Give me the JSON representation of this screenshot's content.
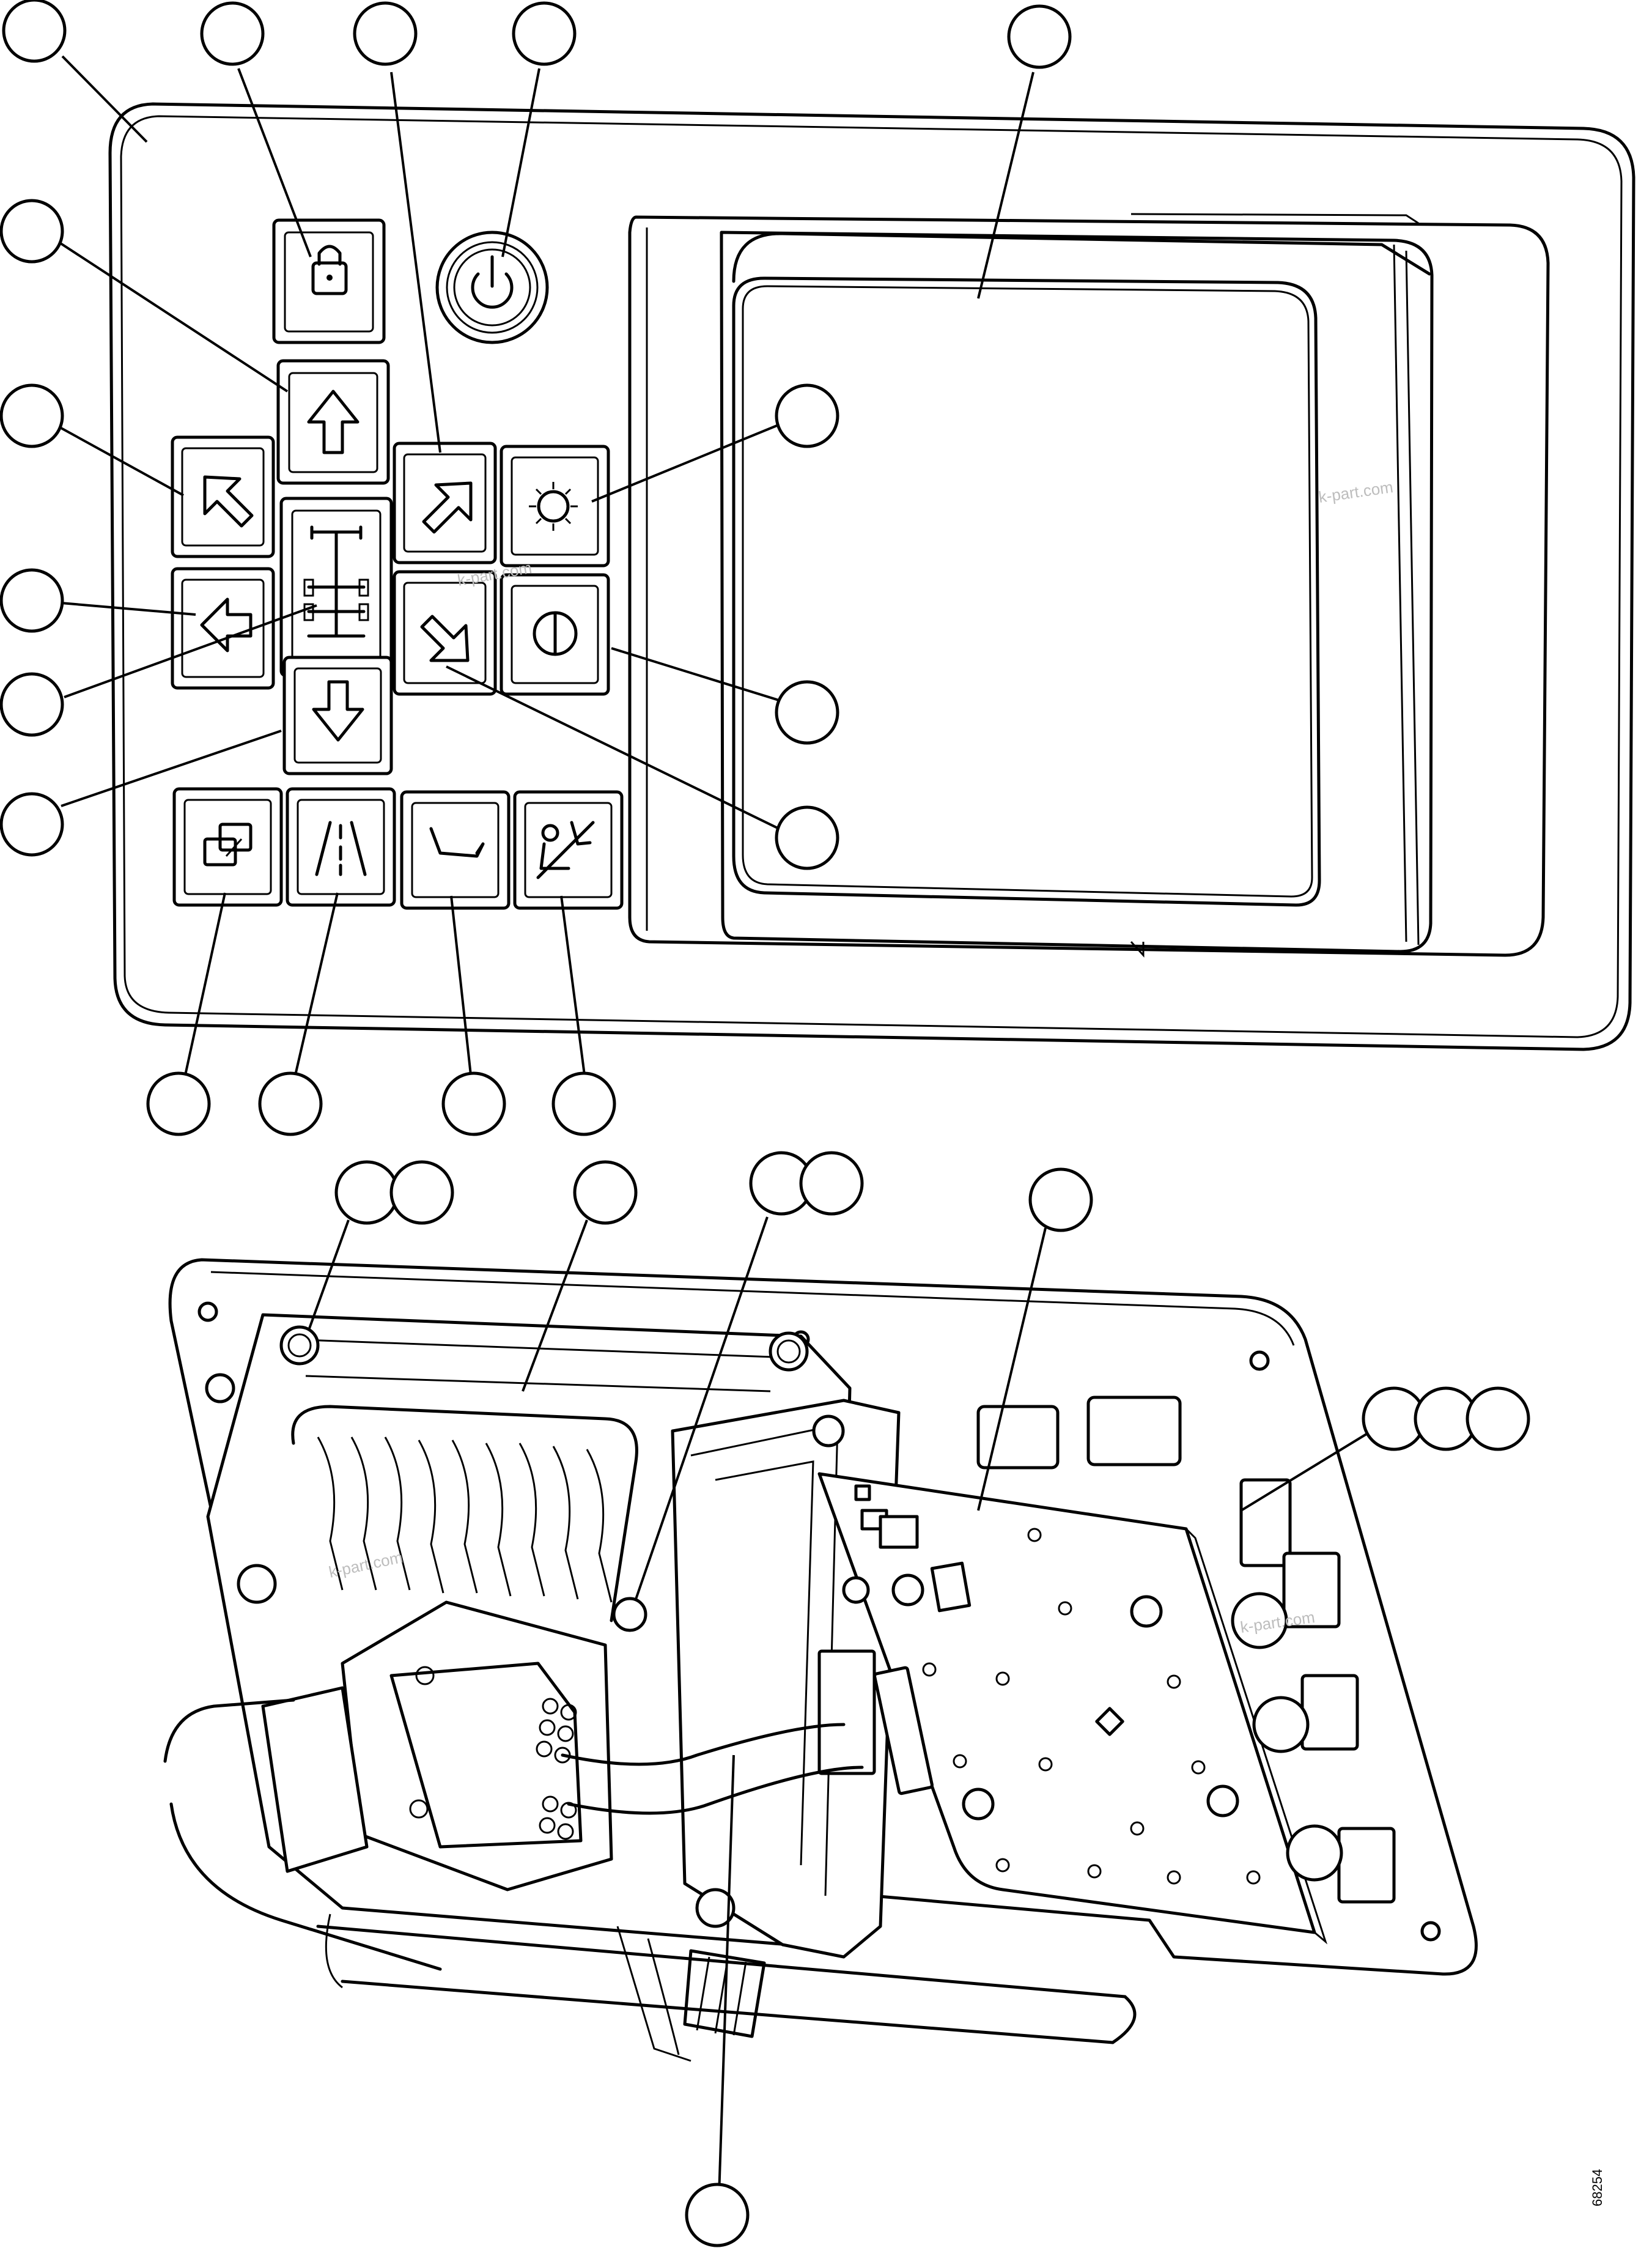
{
  "watermarks": [
    "k-part.com",
    "k-part.com",
    "k-part.com",
    "k-part.com"
  ],
  "figure_code": "68254",
  "icons": {
    "lock": "padlock-icon",
    "power": "power-icon",
    "up": "arrow-up-icon",
    "down": "arrow-down-icon",
    "up_left": "arrow-up-left-icon",
    "left": "arrow-left-icon",
    "up_right": "arrow-up-right-icon",
    "down_right": "arrow-down-right-icon",
    "brightness": "sun-icon",
    "contrast": "half-circle-icon",
    "axle": "axle-steering-icon",
    "camera_switch": "display-switch-icon",
    "road": "road-icon",
    "seat": "seat-icon",
    "seatbelt_off": "seatbelt-off-icon"
  }
}
